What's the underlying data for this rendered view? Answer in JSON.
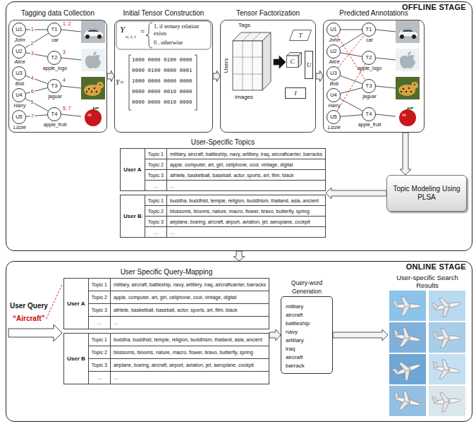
{
  "diagram": {
    "nodes": [
      {
        "text": [
          "OFFLINE STAGE"
        ]
      },
      {
        "text": [
          "Tagging data Collection"
        ],
        "in": 0
      },
      {
        "text": [
          "U1",
          "John"
        ],
        "in": 1
      },
      {
        "text": [
          "U2",
          "Alice"
        ],
        "in": 1
      },
      {
        "text": [
          "U3",
          "Bob"
        ],
        "in": 1
      },
      {
        "text": [
          "U4",
          "Harry"
        ],
        "in": 1
      },
      {
        "text": [
          "U5",
          "Lizzie"
        ],
        "in": 1
      },
      {
        "text": [
          "T1",
          "car"
        ],
        "in": 1
      },
      {
        "text": [
          "T2",
          "apple_logo"
        ],
        "in": 1
      },
      {
        "text": [
          "T3",
          "jaguar"
        ],
        "in": 1
      },
      {
        "text": [
          "T4",
          "apple_fruit"
        ],
        "in": 1
      },
      {
        "text": [
          "Initial Tensor Construction"
        ],
        "in": 0
      },
      {
        "text": [
          "Tensor Factorization"
        ],
        "in": 0
      },
      {
        "text": [
          "T"
        ],
        "in": 12
      },
      {
        "text": [
          "C"
        ],
        "in": 12
      },
      {
        "text": [
          "U"
        ],
        "in": 12
      },
      {
        "text": [
          "I"
        ],
        "in": 12
      },
      {
        "text": [
          "Predicted Annotations"
        ],
        "in": 0
      },
      {
        "text": [
          "U1",
          "John"
        ],
        "in": 17
      },
      {
        "text": [
          "U2",
          "Alice"
        ],
        "in": 17
      },
      {
        "text": [
          "U3",
          "Bob"
        ],
        "in": 17
      },
      {
        "text": [
          "U4",
          "Harry"
        ],
        "in": 17
      },
      {
        "text": [
          "U5",
          "Lizzie"
        ],
        "in": 17
      },
      {
        "text": [
          "T1",
          "car"
        ],
        "in": 17
      },
      {
        "text": [
          "T2",
          "apple_logo"
        ],
        "in": 17
      },
      {
        "text": [
          "T3",
          "jaguar"
        ],
        "in": 17
      },
      {
        "text": [
          "T4",
          "apple_fruit"
        ],
        "in": 17
      },
      {
        "text": [
          "User-Specific Topics"
        ],
        "in": 0
      },
      {
        "text": [
          "Topic Modeling Using PLSA"
        ],
        "in": 0
      },
      {
        "text": [
          "ONLINE STAGE"
        ]
      },
      {
        "text": [
          "User Specific Query-Mapping"
        ],
        "in": 29
      },
      {
        "text": [
          "Query-word Generation",
          "military",
          "aircraft",
          "battleship",
          "navy",
          "artillary",
          "iraq",
          "aircraft",
          "barrack"
        ],
        "in": 29
      },
      {
        "text": [
          "User-specific Search Results"
        ],
        "in": 29
      }
    ],
    "edges": [
      {
        "from": 2,
        "to": 7,
        "arrow": "none",
        "label": "1"
      },
      {
        "from": 3,
        "to": 7,
        "arrow": "none",
        "label": "2"
      },
      {
        "from": 3,
        "to": 8,
        "arrow": "none",
        "label": "3"
      },
      {
        "from": 4,
        "to": 9,
        "arrow": "none",
        "label": "4"
      },
      {
        "from": 5,
        "to": 10,
        "arrow": "none",
        "label": "5"
      },
      {
        "from": 5,
        "to": 9,
        "arrow": "none",
        "label": "6"
      },
      {
        "from": 6,
        "to": 10,
        "arrow": "none",
        "label": "7"
      },
      {
        "from": 18,
        "to": 23,
        "arrow": "none"
      },
      {
        "from": 19,
        "to": 23,
        "arrow": "none"
      },
      {
        "from": 19,
        "to": 24,
        "arrow": "none"
      },
      {
        "from": 20,
        "to": 25,
        "arrow": "none"
      },
      {
        "from": 21,
        "to": 26,
        "arrow": "none"
      },
      {
        "from": 21,
        "to": 25,
        "arrow": "none"
      },
      {
        "from": 22,
        "to": 26,
        "arrow": "none"
      },
      {
        "from": 18,
        "to": 25,
        "arrow": "none"
      },
      {
        "from": 20,
        "to": 23,
        "arrow": "none"
      },
      {
        "from": 22,
        "to": 24,
        "arrow": "none"
      },
      {
        "from": 1,
        "to": 11,
        "arrow": "to"
      },
      {
        "from": 11,
        "to": 12,
        "arrow": "to"
      },
      {
        "from": 12,
        "to": 17,
        "arrow": "to"
      },
      {
        "from": 17,
        "to": 28,
        "arrow": "to"
      },
      {
        "from": 28,
        "to": 27,
        "arrow": "to"
      },
      {
        "from": 0,
        "to": 29,
        "arrow": "to"
      },
      {
        "from": 30,
        "to": 31,
        "arrow": "to"
      },
      {
        "from": 31,
        "to": 32,
        "arrow": "to"
      }
    ],
    "labels": [
      "1, 2",
      "3",
      "4",
      "5, 7",
      "Y",
      "u, i, t",
      "=",
      "1, if ternary relation exists",
      "0 , otherwise",
      "Y=",
      "1000 0000 0100 0000",
      "0000 0100 0000 0001",
      "1000 0000 0000 0000",
      "0000 0000 0010 0000",
      "0000 0000 0010 0000",
      "Tags",
      "Users",
      "images",
      "User A",
      "Topic 1",
      "military, aircraft, battleship, navy, artillery, iraq, aircraftcarrier, barracks",
      "Topic 2",
      "apple, computer, art, girl, cellphone, cool, vintage, digital",
      "Topic 3",
      "athlete, basketball, baseball, actor, sports, art, film, black",
      "…",
      "…",
      "User B",
      "Topic 1",
      "buddha, buddhist, temple, religion, buddhism, thailand, asia, ancient",
      "Topic 2",
      "blossoms, blooms, nature, macro, flower, bravo, butterfly, spring",
      "Topic 3",
      "airplane, boeing, aircraft, airport, aviation, jet, aeroplane, cockpit",
      "…",
      "…",
      "User Query",
      "“Aircraft”",
      "User A",
      "Topic 1",
      "military, aircraft, battleship, navy, artillery, iraq, aircraftcarrier, barracks",
      "Topic 2",
      "apple, computer, art, girl, cellphone, cool, vintage, digital",
      "Topic 3",
      "athlete, basketball, baseball, actor, sports, art, film, black",
      "…",
      "…",
      "User B",
      "Topic 1",
      "buddha, buddhist, temple, religion, buddhism, thailand, asia, ancient",
      "Topic 2",
      "blossoms, blooms, nature, macro, flower, bravo, butterfly, spring",
      "Topic 3",
      "airplane, boeing, aircraft, airport, aviation, jet, aeroplane, cockpit",
      "…",
      "…"
    ]
  }
}
